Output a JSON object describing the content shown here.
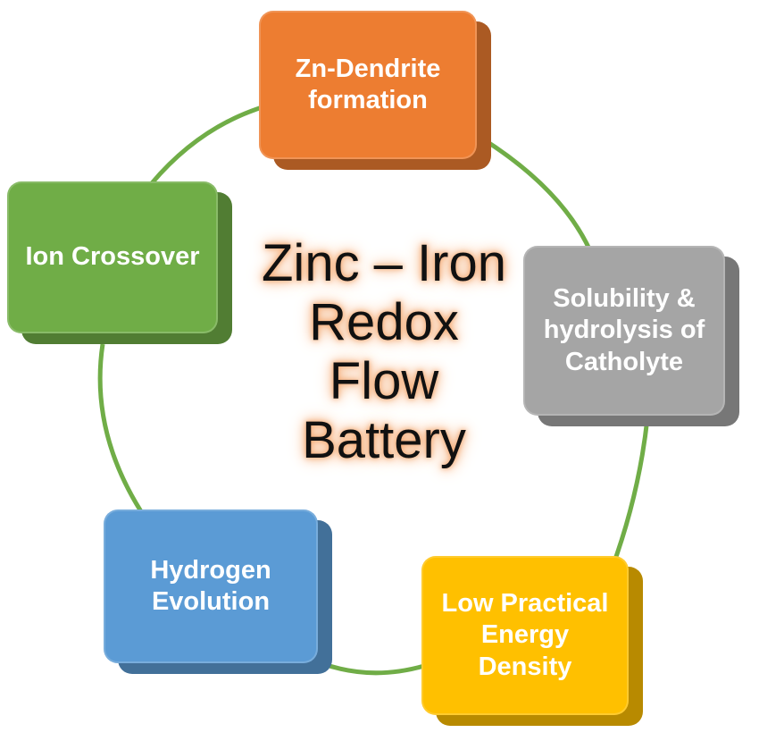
{
  "diagram": {
    "center_title": "Zinc – Iron\nRedox\nFlow\nBattery",
    "ring_color": "#70ad47",
    "nodes": [
      {
        "id": "zn-dendrite",
        "label": "Zn-Dendrite\nformation",
        "color": "#ed7d31"
      },
      {
        "id": "solubility",
        "label": "Solubility &\nhydrolysis of\nCatholyte",
        "color": "#a5a5a5"
      },
      {
        "id": "energy-density",
        "label": "Low Practical\nEnergy\nDensity",
        "color": "#ffc000"
      },
      {
        "id": "hydrogen",
        "label": "Hydrogen\nEvolution",
        "color": "#5b9bd5"
      },
      {
        "id": "ion-crossover",
        "label": "Ion Crossover",
        "color": "#70ad47"
      }
    ]
  }
}
